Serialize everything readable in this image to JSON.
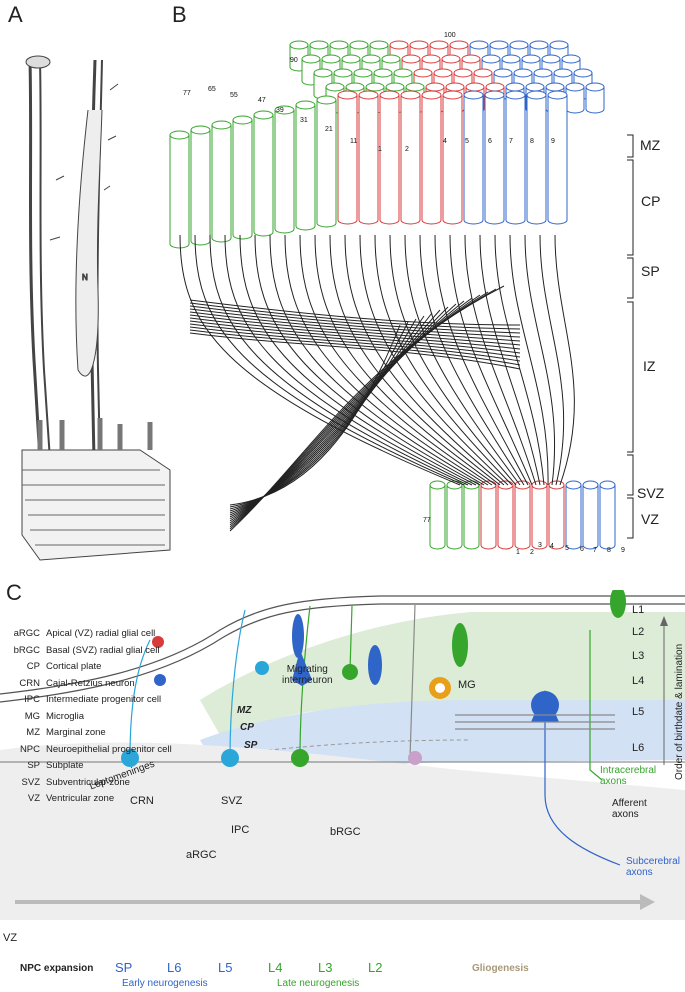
{
  "panels": {
    "a": "A",
    "b": "B",
    "c": "C"
  },
  "panel_a": {
    "nucleus_label": "N"
  },
  "panel_b": {
    "column_numbers_top": [
      "77",
      "65",
      "55",
      "47",
      "39",
      "31",
      "21",
      "11",
      "1",
      "2",
      "4",
      "5",
      "6",
      "7",
      "8",
      "9",
      "90",
      "100"
    ],
    "column_numbers_bottom": [
      "77",
      "1",
      "2",
      "3",
      "4",
      "5",
      "6",
      "7",
      "8",
      "9"
    ],
    "zones": [
      "MZ",
      "CP",
      "SP",
      "IZ",
      "SVZ",
      "VZ"
    ]
  },
  "legend": [
    {
      "abbr": "aRGC",
      "full": "Apical (VZ) radial glial cell"
    },
    {
      "abbr": "bRGC",
      "full": "Basal (SVZ) radial glial cell"
    },
    {
      "abbr": "CP",
      "full": "Cortical plate"
    },
    {
      "abbr": "CRN",
      "full": "Cajal-Retzius neuron"
    },
    {
      "abbr": "IPC",
      "full": "Intermediate progenitor cell"
    },
    {
      "abbr": "MG",
      "full": "Microglia"
    },
    {
      "abbr": "MZ",
      "full": "Marginal zone"
    },
    {
      "abbr": "NPC",
      "full": "Neuroepithelial progenitor cell"
    },
    {
      "abbr": "SP",
      "full": "Subplate"
    },
    {
      "abbr": "SVZ",
      "full": "Subventricular zone"
    },
    {
      "abbr": "VZ",
      "full": "Ventricular zone"
    }
  ],
  "panel_c": {
    "layers": [
      "L1",
      "L2",
      "L3",
      "L4",
      "L5",
      "L6"
    ],
    "order_label": "Order of birthdate & lamination",
    "migrating_interneuron": "Migrating\ninterneuron",
    "leptomeninges": "Leptomeninges",
    "labels": {
      "mz": "MZ",
      "cp": "CP",
      "sp": "SP",
      "crn": "CRN",
      "svz": "SVZ",
      "ipc": "IPC",
      "argc": "aRGC",
      "brgc": "bRGC",
      "mg": "MG",
      "vz": "VZ"
    },
    "intracerebral": "Intracerebral\naxons",
    "afferent": "Afferent\naxons",
    "subcerebral": "Subcerebral\naxons",
    "timeline": [
      "NPC expansion",
      "SP",
      "L6",
      "L5",
      "L4",
      "L3",
      "L2",
      "Gliogenesis"
    ],
    "early": "Early neurogenesis",
    "late": "Late neurogenesis",
    "colors": {
      "green": "#35a52b",
      "blue": "#2f64c8",
      "red": "#d93a3a",
      "cyan": "#2aa6d8",
      "orange": "#e8a01a",
      "grey": "#8a8a8a"
    }
  }
}
